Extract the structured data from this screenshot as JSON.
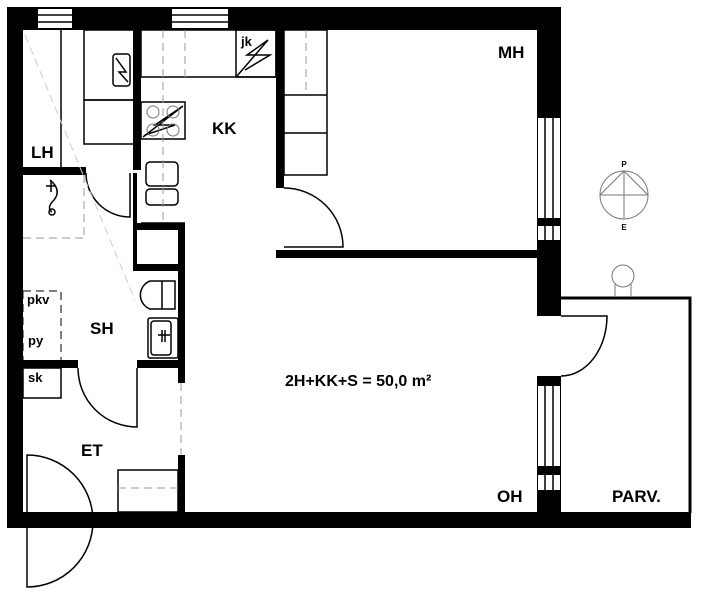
{
  "rooms": {
    "lh": "LH",
    "kk": "KK",
    "mh": "MH",
    "sh": "SH",
    "et": "ET",
    "oh": "OH",
    "parv": "PARV."
  },
  "fixtures": {
    "jk": "jk",
    "pkv": "pkv",
    "py": "py",
    "sk": "sk"
  },
  "area_text": "2H+KK+S = 50,0 m²",
  "compass": {
    "north": "P",
    "south": "E"
  },
  "colors": {
    "wall": "#000000",
    "background": "#ffffff"
  }
}
